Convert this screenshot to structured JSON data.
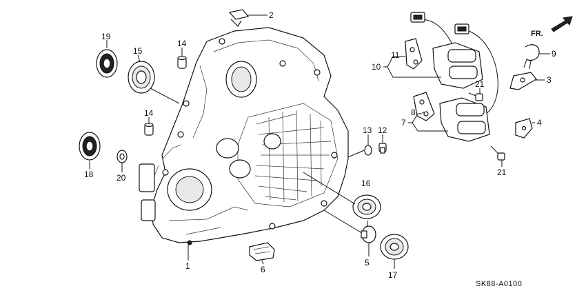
{
  "diagram": {
    "code": "SK88-A0100",
    "direction_label": "FR.",
    "callouts": {
      "c1": "1",
      "c2": "2",
      "c3": "3",
      "c4": "4",
      "c5": "5",
      "c6": "6",
      "c7": "7",
      "c8": "8",
      "c9": "9",
      "c10": "10",
      "c11": "11",
      "c12": "12",
      "c13": "13",
      "c14a": "14",
      "c14b": "14",
      "c15": "15",
      "c16": "16",
      "c17": "17",
      "c18": "18",
      "c19": "19",
      "c20": "20",
      "c21a": "21",
      "c21b": "21"
    }
  }
}
